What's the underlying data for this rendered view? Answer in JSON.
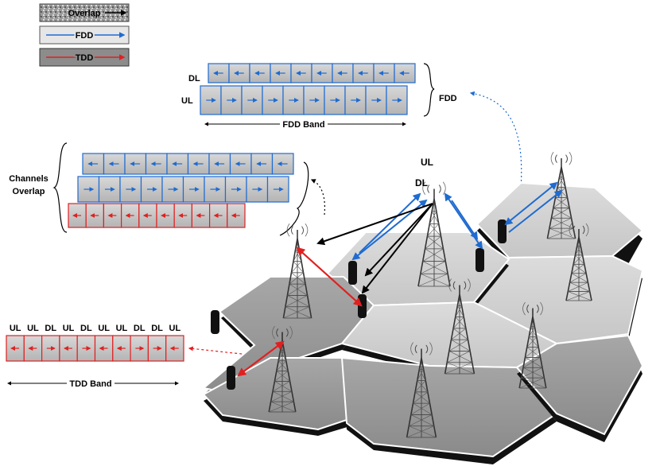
{
  "legend": {
    "overlap": "Overlap",
    "fdd": "FDD",
    "tdd": "TDD"
  },
  "fdd_block": {
    "dl_label": "DL",
    "ul_label": "UL",
    "bracket_label": "FDD",
    "band_label": "FDD Band"
  },
  "overlap_block": {
    "label_line1": "Channels",
    "label_line2": "Overlap"
  },
  "tdd_block": {
    "slots": [
      "UL",
      "UL",
      "DL",
      "UL",
      "DL",
      "UL",
      "UL",
      "DL",
      "DL",
      "UL"
    ],
    "band_label": "TDD Band"
  },
  "network": {
    "ul_label": "UL",
    "dl_label": "DL"
  },
  "colors": {
    "fdd": "#1f6bd0",
    "tdd": "#e02020",
    "cell_gray": "#b8b8b8",
    "cell_dark": "#7a7a7a",
    "cell_light": "#d6d6d6"
  }
}
